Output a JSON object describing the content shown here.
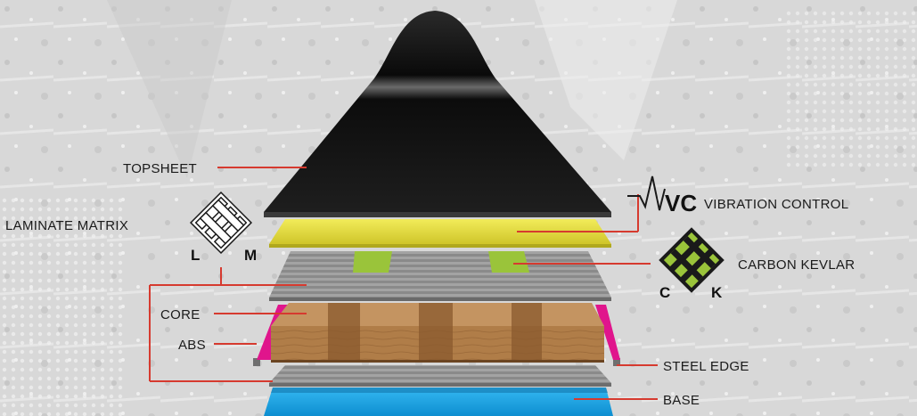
{
  "colors": {
    "background": "#dcdcdc",
    "leader_line": "#d63a2f",
    "topsheet": "#141414",
    "vibration_layer": "#e8e03a",
    "carbon_accent": "#9ac43a",
    "core_wood": "#b07d48",
    "abs": "#e0158c",
    "base": "#1aa3e6",
    "steel": "#9a9a9a"
  },
  "labels": {
    "topsheet": "TOPSHEET",
    "laminate_matrix": "LAMINATE MATRIX",
    "core": "CORE",
    "abs": "ABS",
    "vibration_control": "VIBRATION CONTROL",
    "carbon_kevlar": "CARBON KEVLAR",
    "steel_edge": "STEEL EDGE",
    "base": "BASE"
  },
  "badges": {
    "lm_left": "L",
    "lm_right": "M",
    "vc": "VC",
    "ck_left": "C",
    "ck_right": "K"
  },
  "icons": [
    "laminate-matrix-weave-icon",
    "vibration-wave-icon",
    "carbon-kevlar-weave-icon"
  ]
}
